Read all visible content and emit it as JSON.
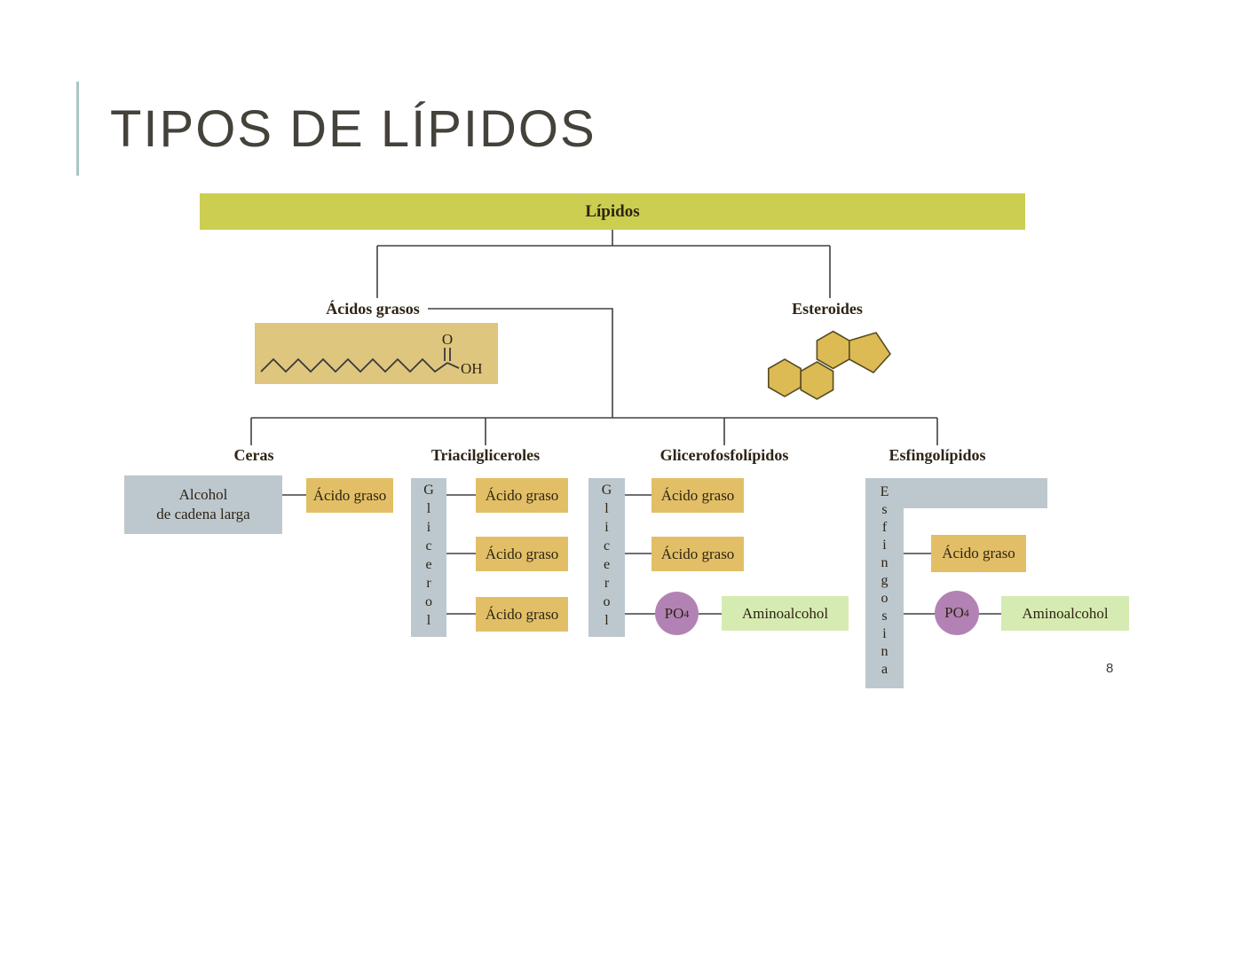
{
  "slide": {
    "title": "TIPOS DE LÍPIDOS",
    "page_number": "8"
  },
  "tree": {
    "root": "Lípidos",
    "acidos_grasos": "Ácidos grasos",
    "esteroides": "Esteroides",
    "fatty_acid_structure": {
      "o": "O",
      "oh": "OH"
    },
    "ceras": {
      "label": "Ceras",
      "alcohol_line1": "Alcohol",
      "alcohol_line2": "de cadena larga",
      "acido_graso": "Ácido graso"
    },
    "triacilgliceroles": {
      "label": "Triacilgliceroles",
      "backbone": "Glicerol",
      "acido_graso_1": "Ácido graso",
      "acido_graso_2": "Ácido graso",
      "acido_graso_3": "Ácido graso"
    },
    "glicerofosfolipidos": {
      "label": "Glicerofosfolípidos",
      "backbone": "Glicerol",
      "acido_graso_1": "Ácido graso",
      "acido_graso_2": "Ácido graso",
      "po4_base": "PO",
      "po4_sub": "4",
      "aminoalcohol": "Aminoalcohol"
    },
    "esfingolipidos": {
      "label": "Esfingolípidos",
      "backbone": "Esfingosina",
      "acido_graso": "Ácido graso",
      "po4_base": "PO",
      "po4_sub": "4",
      "aminoalcohol": "Aminoalcohol"
    }
  },
  "colors": {
    "root_bar_olive": "#cbce50",
    "gold_box": "#e2bf66",
    "structure_tan": "#dfc67e",
    "steroid_fill": "#dcbb55",
    "gray_box": "#bdc8ce",
    "purple_circle": "#b382b4",
    "green_box": "#d6ebb2",
    "connector_line": "#404040",
    "accent_teal": "#a9c6c3",
    "title_text": "#44423a",
    "diagram_text": "#2e2415"
  }
}
